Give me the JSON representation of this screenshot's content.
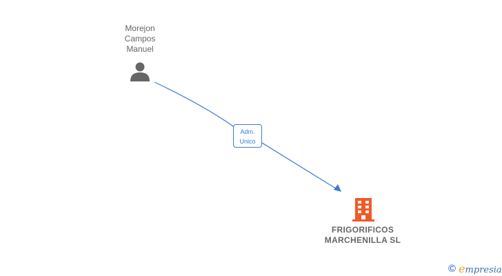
{
  "person": {
    "name_lines": [
      "Morejon",
      "Campos",
      "Manuel"
    ],
    "icon": "person-icon",
    "icon_color": "#666666"
  },
  "relationship": {
    "label_lines": [
      "Adm.",
      "Unico"
    ],
    "color": "#3a7bd5"
  },
  "company": {
    "name_lines": [
      "FRIGORIFICOS",
      "MARCHENILLA SL"
    ],
    "icon": "building-icon",
    "icon_color": "#f05a28"
  },
  "footer": {
    "copyright_symbol": "©",
    "brand_first": "e",
    "brand_rest": "mpresia"
  }
}
